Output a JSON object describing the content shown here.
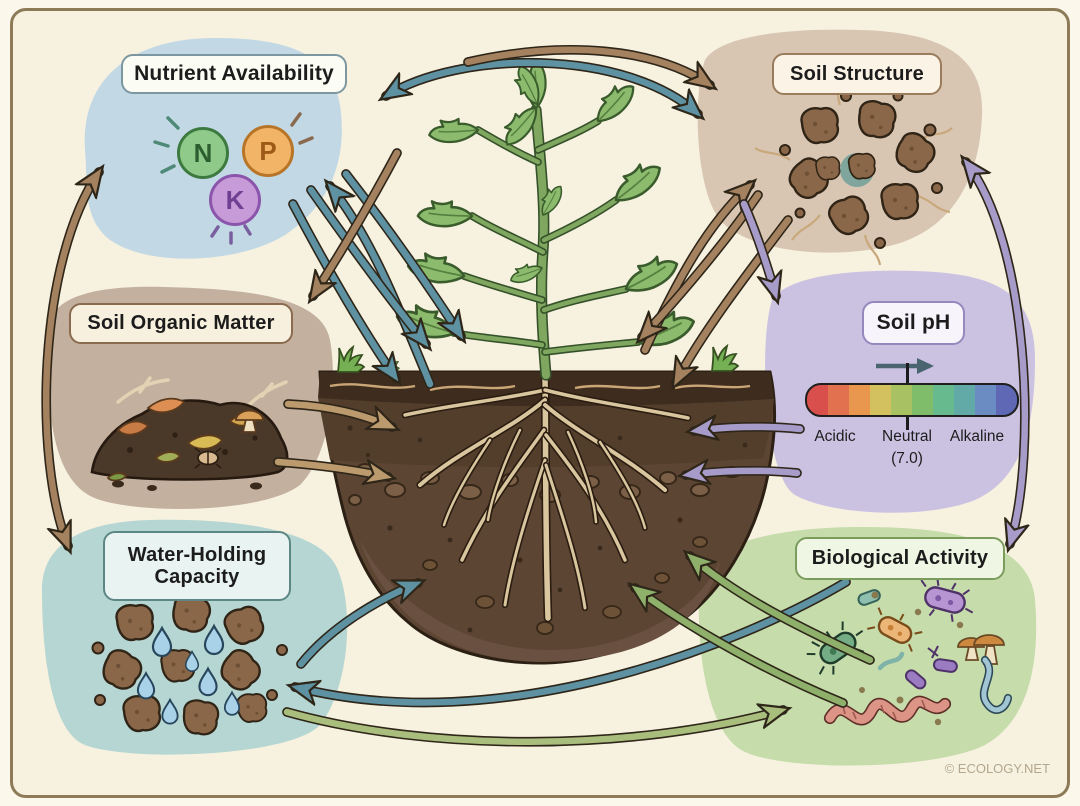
{
  "nodes": {
    "nutrient": {
      "label": "Nutrient Availability"
    },
    "structure": {
      "label": "Soil Structure"
    },
    "organic": {
      "label": "Soil Organic Matter"
    },
    "ph": {
      "label": "Soil pH",
      "acidic": "Acidic",
      "neutral": "Neutral",
      "neutral_value": "(7.0)",
      "alkaline": "Alkaline"
    },
    "water": {
      "label": "Water-Holding Capacity"
    },
    "bio": {
      "label": "Biological Activity"
    }
  },
  "nutrients": {
    "n": "N",
    "p": "P",
    "k": "K"
  },
  "watermark": "© ECOLOGY.NET",
  "colors": {
    "background": "#f7f1e0",
    "frame_border": "#8d7b57",
    "blob_nutrient": "#c2d9e5",
    "blob_structure": "#d8c6b2",
    "blob_organic": "#c3b09e",
    "blob_ph": "#cbc2e2",
    "blob_water": "#b5d6d2",
    "blob_bio": "#c6dcab",
    "arrow_teal": "#5e92a3",
    "arrow_brown": "#a5825f",
    "arrow_tan": "#bb9a6e",
    "arrow_purple": "#a79cc9",
    "arrow_green": "#8fb06b",
    "arrow_olive": "#a9bd7d",
    "ph_pointer": "#4a6570",
    "ph_scale": [
      "#d94f4b",
      "#e1714f",
      "#e9974f",
      "#d3c05e",
      "#a8c162",
      "#7fbd6b",
      "#67b98e",
      "#62aaa8",
      "#6b8cc2",
      "#5f68b4"
    ]
  },
  "edges": [
    {
      "from": "Nutrient Availability",
      "to": "Soil Structure",
      "color": "teal",
      "bidirectional": true
    },
    {
      "from": "Nutrient Availability",
      "to": "Water-Holding Capacity",
      "color": "brown",
      "bidirectional": true
    },
    {
      "from": "Soil Structure",
      "to": "Biological Activity",
      "color": "purple",
      "bidirectional": true
    },
    {
      "from": "Central soil & plant",
      "to": "Soil Structure",
      "color": "brown",
      "bidirectional": false
    },
    {
      "from": "Soil Structure",
      "to": "Central soil & plant",
      "color": "brown",
      "bidirectional": false
    },
    {
      "from": "Central soil & plant",
      "to": "Nutrient Availability",
      "color": "teal",
      "bidirectional": false
    },
    {
      "from": "Nutrient Availability",
      "to": "Central soil & plant",
      "color": "teal",
      "bidirectional": false
    },
    {
      "from": "Soil Organic Matter",
      "to": "Central soil & plant",
      "color": "tan",
      "bidirectional": false
    },
    {
      "from": "Central soil & plant",
      "to": "Soil Organic Matter",
      "color": "brown",
      "bidirectional": false
    },
    {
      "from": "Soil pH",
      "to": "Central soil & plant",
      "color": "purple",
      "bidirectional": false
    },
    {
      "from": "Soil Structure",
      "to": "Soil pH",
      "color": "purple",
      "bidirectional": false
    },
    {
      "from": "Water-Holding Capacity",
      "to": "Central soil & plant",
      "color": "teal",
      "bidirectional": false
    },
    {
      "from": "Biological Activity",
      "to": "Central soil & plant",
      "color": "green",
      "bidirectional": false
    },
    {
      "from": "Biological Activity",
      "to": "Water-Holding Capacity",
      "color": "teal",
      "bidirectional": false
    },
    {
      "from": "Water-Holding Capacity",
      "to": "Biological Activity",
      "color": "olive",
      "bidirectional": false
    }
  ]
}
